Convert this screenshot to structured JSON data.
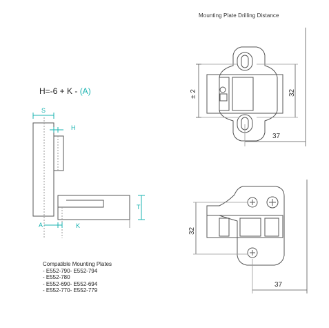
{
  "header": {
    "title": "Mounting Plate Drilling Distance"
  },
  "formula": {
    "prefix": "H=-6 + K - ",
    "highlight": "(A)"
  },
  "side_view": {
    "labels": {
      "s": "S",
      "h": "H",
      "t": "T",
      "a": "A",
      "k": "K"
    }
  },
  "top_plate": {
    "labels": {
      "pm2": "± 2",
      "height": "32",
      "width": "37"
    }
  },
  "bottom_plate": {
    "labels": {
      "height": "32",
      "width": "37"
    }
  },
  "compatible": {
    "title": "Compatible Mounting Plates",
    "items": [
      "- E552-790- E552-794",
      "- E552-780",
      "- E552-690- E552-694",
      "- E552-770- E552-779"
    ]
  },
  "colors": {
    "accent": "#1ab3b0",
    "line": "#444444",
    "text": "#222222"
  }
}
